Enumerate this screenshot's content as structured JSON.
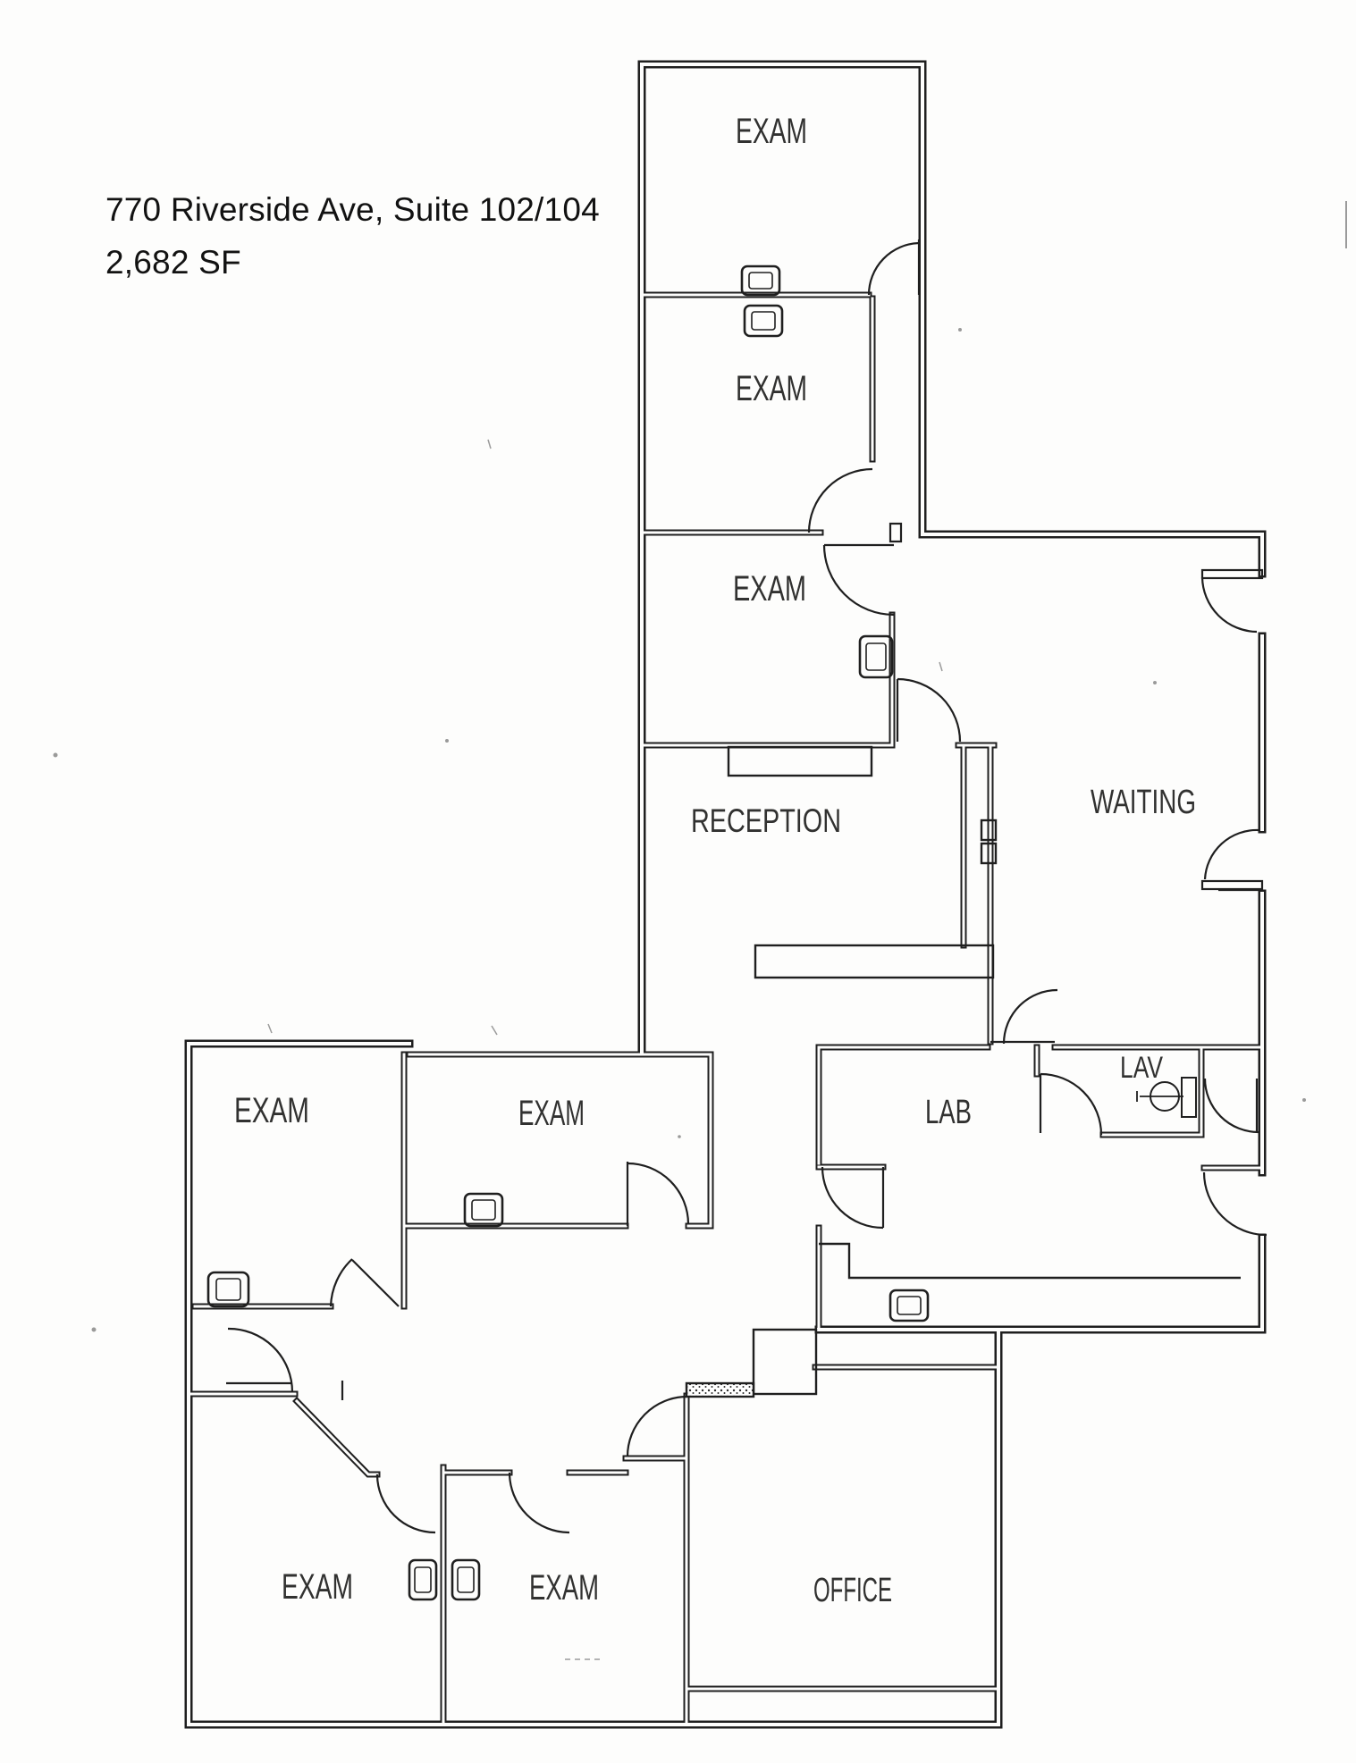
{
  "title_block": {
    "address_line": "770 Riverside Ave, Suite 102/104",
    "area_line": "2,682 SF"
  },
  "rooms": [
    {
      "id": "exam-top",
      "label": "EXAM"
    },
    {
      "id": "exam-upper-middle",
      "label": "EXAM"
    },
    {
      "id": "exam-middle",
      "label": "EXAM"
    },
    {
      "id": "reception",
      "label": "RECEPTION"
    },
    {
      "id": "waiting",
      "label": "WAITING"
    },
    {
      "id": "lab",
      "label": "LAB"
    },
    {
      "id": "lav",
      "label": "LAV"
    },
    {
      "id": "exam-mid-left",
      "label": "EXAM"
    },
    {
      "id": "exam-mid-right",
      "label": "EXAM"
    },
    {
      "id": "exam-bottom-left",
      "label": "EXAM"
    },
    {
      "id": "exam-bottom-right",
      "label": "EXAM"
    },
    {
      "id": "office",
      "label": "OFFICE"
    }
  ],
  "fixtures": [
    {
      "name": "sink",
      "room": "exam-top"
    },
    {
      "name": "sink",
      "room": "exam-upper-middle"
    },
    {
      "name": "sink",
      "room": "exam-middle"
    },
    {
      "name": "sink",
      "room": "exam-mid-left"
    },
    {
      "name": "sink",
      "room": "exam-mid-right"
    },
    {
      "name": "sink",
      "room": "exam-bottom-left"
    },
    {
      "name": "sink",
      "room": "exam-bottom-right"
    },
    {
      "name": "sink",
      "room": "work-area"
    },
    {
      "name": "lavatory-sink",
      "room": "lav"
    },
    {
      "name": "toilet-tank",
      "room": "lav"
    },
    {
      "name": "reception-counter",
      "room": "reception"
    },
    {
      "name": "transaction-counter",
      "room": "reception"
    },
    {
      "name": "work-counter",
      "room": "work-area"
    },
    {
      "name": "pass-through-window",
      "room": "reception"
    },
    {
      "name": "column",
      "room": "office"
    }
  ],
  "doors": [
    {
      "name": "entry-door-upper",
      "location": "waiting-east-wall"
    },
    {
      "name": "entry-door-lower",
      "location": "waiting-east-wall"
    },
    {
      "name": "back-door",
      "location": "rear-corridor-east-wall"
    },
    {
      "name": "interior-door",
      "location": "exam-rooms-and-corridors",
      "count_visible": 14
    }
  ],
  "colors": {
    "ink": "#1f1f1f",
    "paper": "#fdfdfc"
  }
}
